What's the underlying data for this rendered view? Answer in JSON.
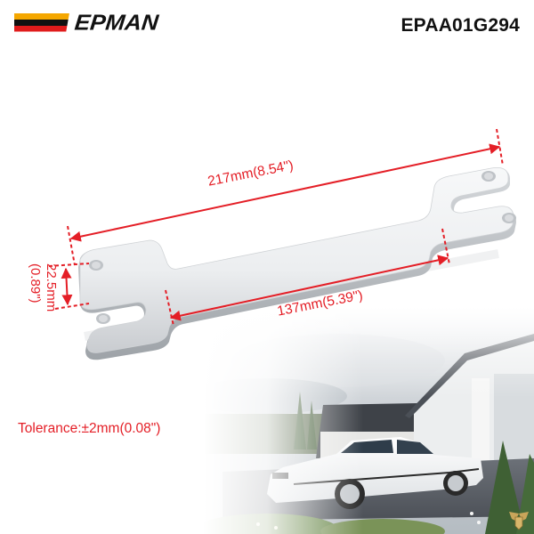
{
  "header": {
    "brand": "EPMAN",
    "brand_stripe_colors": [
      "#f5a700",
      "#111111",
      "#e01b1b"
    ],
    "sku": "EPAA01G294"
  },
  "product": {
    "name": "aluminum fork bracket",
    "dimensions": {
      "overall_length": "217mm(8.54\")",
      "center_length": "137mm(5.39\")",
      "fork_gap_mm": "22.5mm",
      "fork_gap_in": "(0.89\")"
    },
    "tolerance": "Tolerance:±2mm(0.08\")"
  },
  "colors": {
    "dimension_red": "#e41e26",
    "text_dark": "#111111",
    "part_silver": "#e8e9eb"
  },
  "background_photo": {
    "subject": "white coupe parked in driveway in front of house"
  },
  "watermark": {
    "icon": "winged-shield-icon"
  }
}
